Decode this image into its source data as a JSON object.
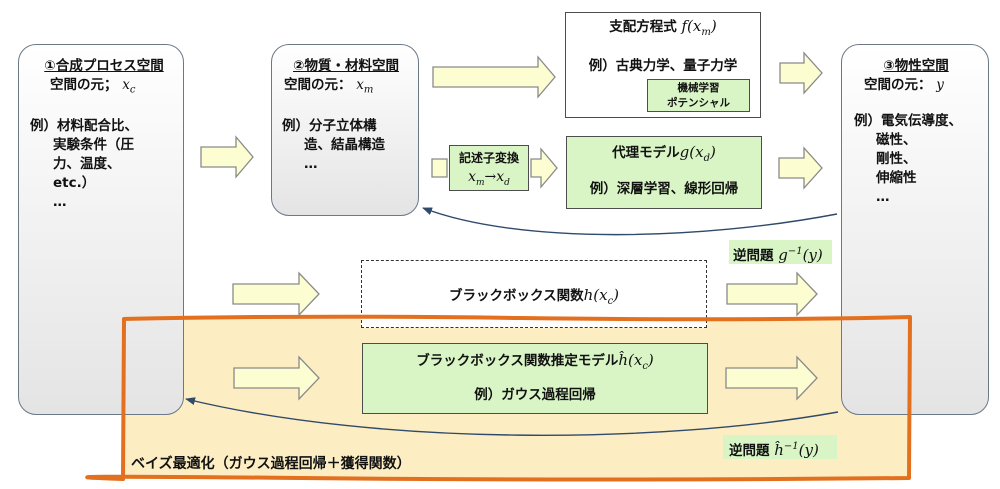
{
  "space1": {
    "title": "①合成プロセス空間",
    "element_label": "空間の元；",
    "element_symbol": "x_c",
    "examples": [
      "例）材料配合比、",
      "実験条件（圧",
      "力、温度、",
      "etc.）",
      "…"
    ]
  },
  "space2": {
    "title": "②物質・材料空間",
    "element_label": "空間の元：",
    "element_symbol": "x_m",
    "examples": [
      "例）分子立体構",
      "造、結晶構造",
      "…"
    ]
  },
  "space3": {
    "title": "③物性空間",
    "element_label": "空間の元：",
    "element_symbol": "y",
    "examples": [
      "例）電気伝導度、",
      "磁性、",
      "剛性、",
      "伸縮性",
      "…"
    ]
  },
  "governing": {
    "title": "支配方程式",
    "formula": "f(x_m)",
    "example": "例）古典力学、量子力学",
    "ml_potential": [
      "機械学習",
      "ポテンシャル"
    ]
  },
  "descriptor": {
    "title": "記述子変換",
    "formula": "x_m→x_d"
  },
  "surrogate": {
    "title": "代理モデル",
    "formula": "g(x_d)",
    "example": "例）深層学習、線形回帰"
  },
  "inverse1": {
    "label": "逆問題",
    "formula": "g^{-1}(y)"
  },
  "blackbox": {
    "label": "ブラックボックス関数",
    "formula": "h(x_c)"
  },
  "estimated": {
    "label": "ブラックボックス関数推定モデル",
    "formula": "ĥ(x_c)",
    "example": "例）ガウス過程回帰"
  },
  "inverse2": {
    "label": "逆問題",
    "formula": "ĥ^{-1}(y)"
  },
  "bayes": {
    "label": "ベイズ最適化（ガウス過程回帰＋獲得関数）"
  },
  "colors": {
    "orange_border": "#e2701f",
    "tan_fill": "#fcedc3",
    "green_fill": "#d9f5c6",
    "arrow_fill": "#fdfdd2",
    "arrow_stroke": "#8a8a8a",
    "box_gray": "#e4e4e4",
    "curve_stroke": "#2f4a6b"
  }
}
